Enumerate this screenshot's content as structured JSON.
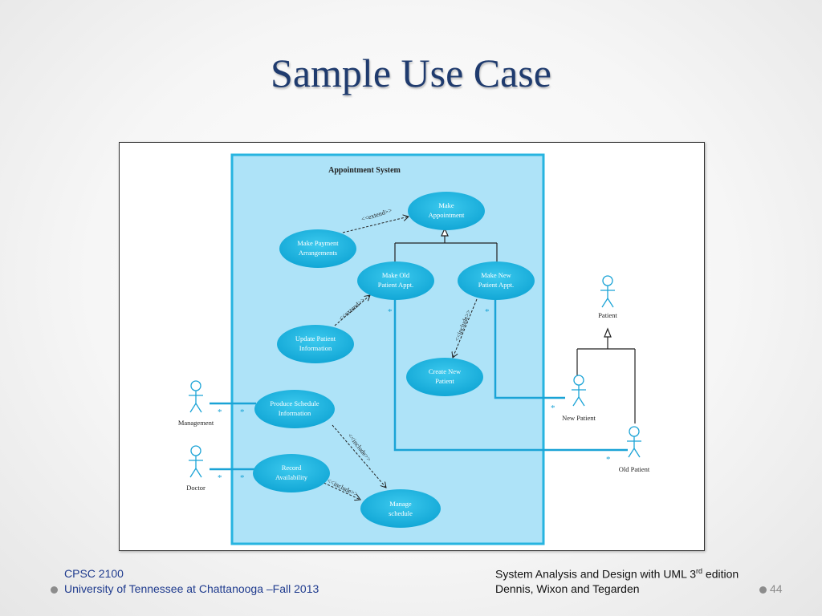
{
  "slide": {
    "title": "Sample Use Case"
  },
  "diagram": {
    "system_name": "Appointment System",
    "use_cases": {
      "make_appointment": [
        "Make",
        "Appointment"
      ],
      "make_payment": [
        "Make Payment",
        "Arrangements"
      ],
      "make_old": [
        "Make Old",
        "Patient Appt."
      ],
      "make_new": [
        "Make New",
        "Patient Appt."
      ],
      "update_patient": [
        "Update Patient",
        "Information"
      ],
      "create_patient": [
        "Create New",
        "Patient"
      ],
      "produce_schedule": [
        "Produce Schedule",
        "Information"
      ],
      "record_availability": [
        "Record",
        "Availability"
      ],
      "manage_schedule": [
        "Manage",
        "schedule"
      ]
    },
    "actors": {
      "patient": "Patient",
      "new_patient": "New Patient",
      "old_patient": "Old Patient",
      "management": "Management",
      "doctor": "Doctor"
    },
    "relations": {
      "extend_label": "<<extend>>",
      "include_label": "<<include>>",
      "multiplicity": "*"
    }
  },
  "footer": {
    "course": "CPSC 2100",
    "university": "University of Tennessee at Chattanooga –Fall 2013",
    "book_prefix": "System Analysis and Design  with UML  3",
    "book_sup": "rd",
    "book_suffix": " edition",
    "authors": "Dennis, Wixon and Tegarden",
    "page": "44"
  }
}
